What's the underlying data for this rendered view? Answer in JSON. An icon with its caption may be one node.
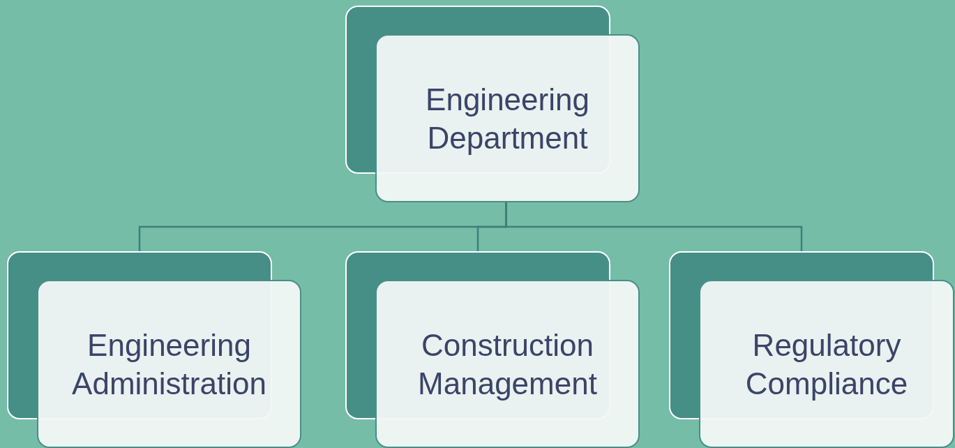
{
  "diagram": {
    "nodes": [
      {
        "text": [
          "Engineering Department"
        ]
      },
      {
        "text": [
          "Engineering Administration"
        ]
      },
      {
        "text": [
          "Construction Management"
        ]
      },
      {
        "text": [
          "Regulatory Compliance"
        ]
      }
    ],
    "edges": [
      {
        "from": 0,
        "to": 1,
        "arrow": "none"
      },
      {
        "from": 0,
        "to": 2,
        "arrow": "none"
      },
      {
        "from": 0,
        "to": 3,
        "arrow": "none"
      }
    ]
  }
}
